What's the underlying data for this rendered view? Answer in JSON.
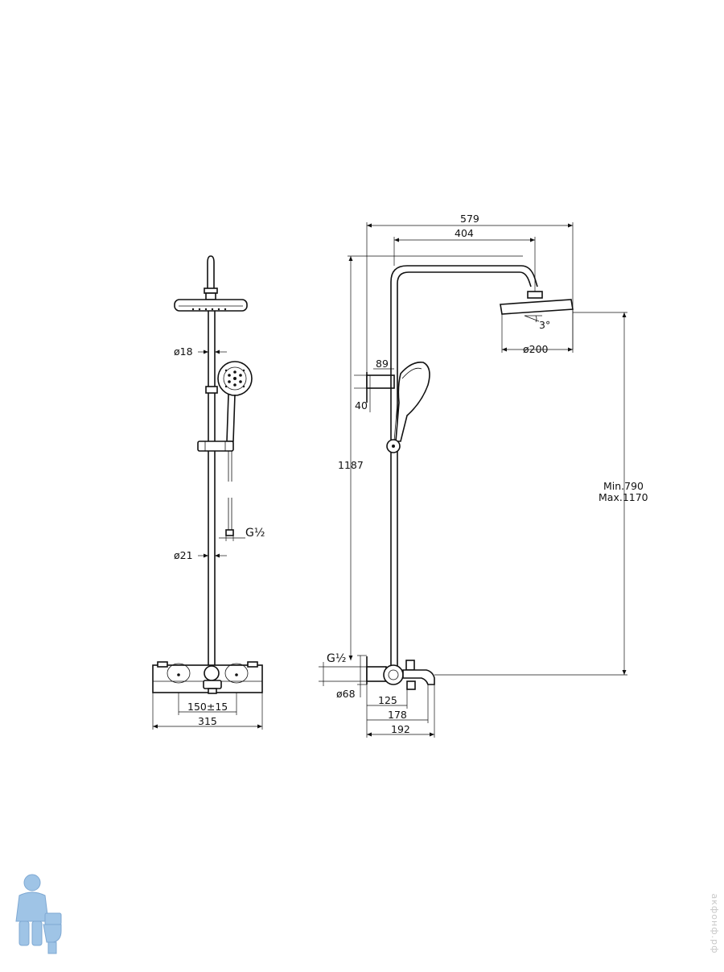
{
  "front_view": {
    "dim_top_pipe": "ø18",
    "dim_connector": "G½",
    "dim_riser": "ø21",
    "dim_center": "150±15",
    "dim_width": "315"
  },
  "side_view": {
    "dim_projection_total": "579",
    "dim_arm": "404",
    "dim_tilt": "3°",
    "dim_head": "ø200",
    "dim_bracket_depth": "89",
    "dim_bracket_height": "40",
    "dim_height": "1187",
    "dim_adjust_min": "Min.790",
    "dim_adjust_max": "Max.1170",
    "dim_inlet": "G½",
    "dim_rosette": "ø68",
    "dim_d125": "125",
    "dim_d178": "178",
    "dim_d192": "192"
  },
  "watermark": "акфонф.рф",
  "colors": {
    "line": "#111111",
    "logo": "#9fc4e6"
  }
}
